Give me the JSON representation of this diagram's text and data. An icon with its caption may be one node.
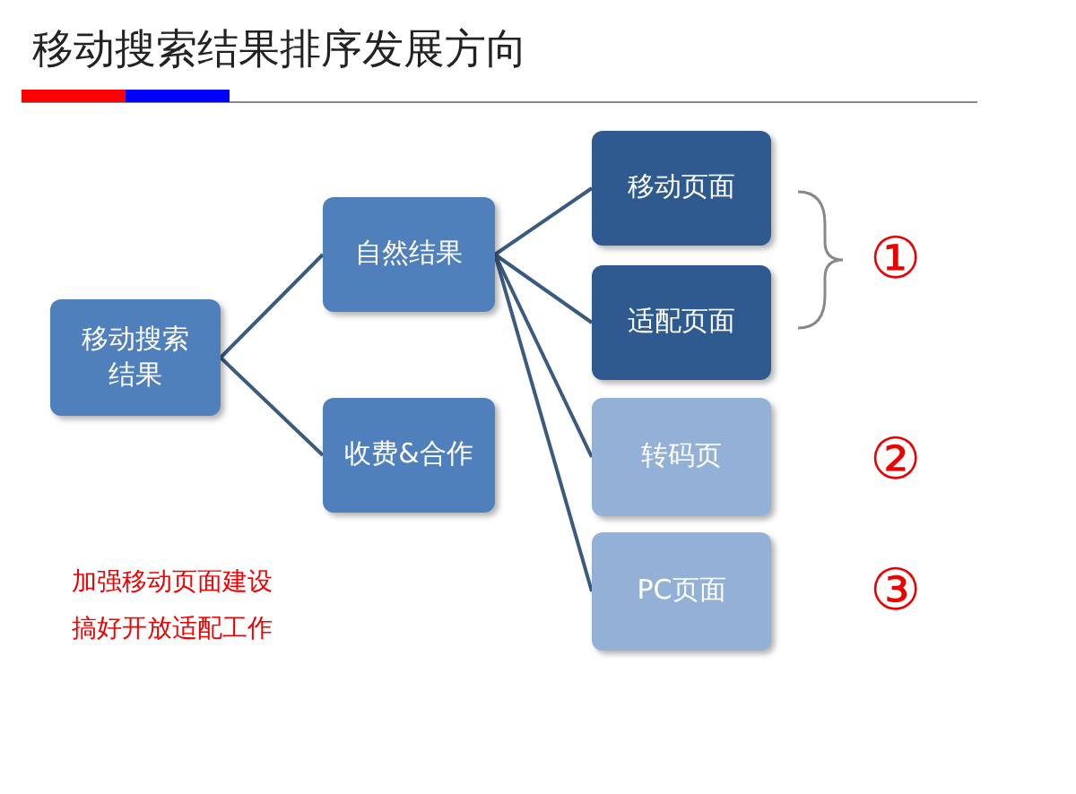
{
  "diagram": {
    "title": "移动搜索结果排序发展方向",
    "nodes": [
      {
        "text": [
          "移动搜索结果"
        ]
      },
      {
        "text": [
          "自然结果"
        ]
      },
      {
        "text": [
          "收费&合作"
        ]
      },
      {
        "text": [
          "移动页面"
        ]
      },
      {
        "text": [
          "适配页面"
        ]
      },
      {
        "text": [
          "转码页"
        ]
      },
      {
        "text": [
          "PC页面"
        ]
      }
    ],
    "edges": [
      {
        "from": 0,
        "to": 1,
        "arrow": "none"
      },
      {
        "from": 0,
        "to": 2,
        "arrow": "none"
      },
      {
        "from": 1,
        "to": 3,
        "arrow": "none"
      },
      {
        "from": 1,
        "to": 4,
        "arrow": "none"
      },
      {
        "from": 1,
        "to": 5,
        "arrow": "none"
      },
      {
        "from": 1,
        "to": 6,
        "arrow": "none"
      }
    ],
    "labels": [
      "①",
      "②",
      "③",
      "加强移动页面建设",
      "搞好开放适配工作"
    ]
  }
}
